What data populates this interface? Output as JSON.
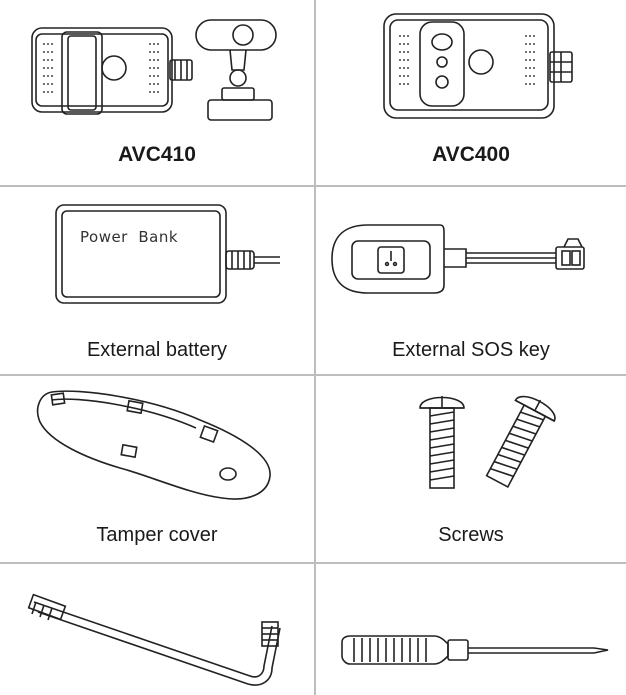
{
  "items": [
    {
      "label": "AVC410",
      "icon": "avc410-camera-icon"
    },
    {
      "label": "AVC400",
      "icon": "avc400-camera-icon"
    },
    {
      "label": "External battery",
      "icon": "power-bank-icon",
      "device_text": "Power  Bank"
    },
    {
      "label": "External SOS key",
      "icon": "sos-key-icon"
    },
    {
      "label": "Tamper cover",
      "icon": "tamper-cover-icon"
    },
    {
      "label": "Screws",
      "icon": "screws-icon"
    },
    {
      "label": "",
      "icon": "hex-key-icon"
    },
    {
      "label": "",
      "icon": "screwdriver-icon"
    }
  ]
}
